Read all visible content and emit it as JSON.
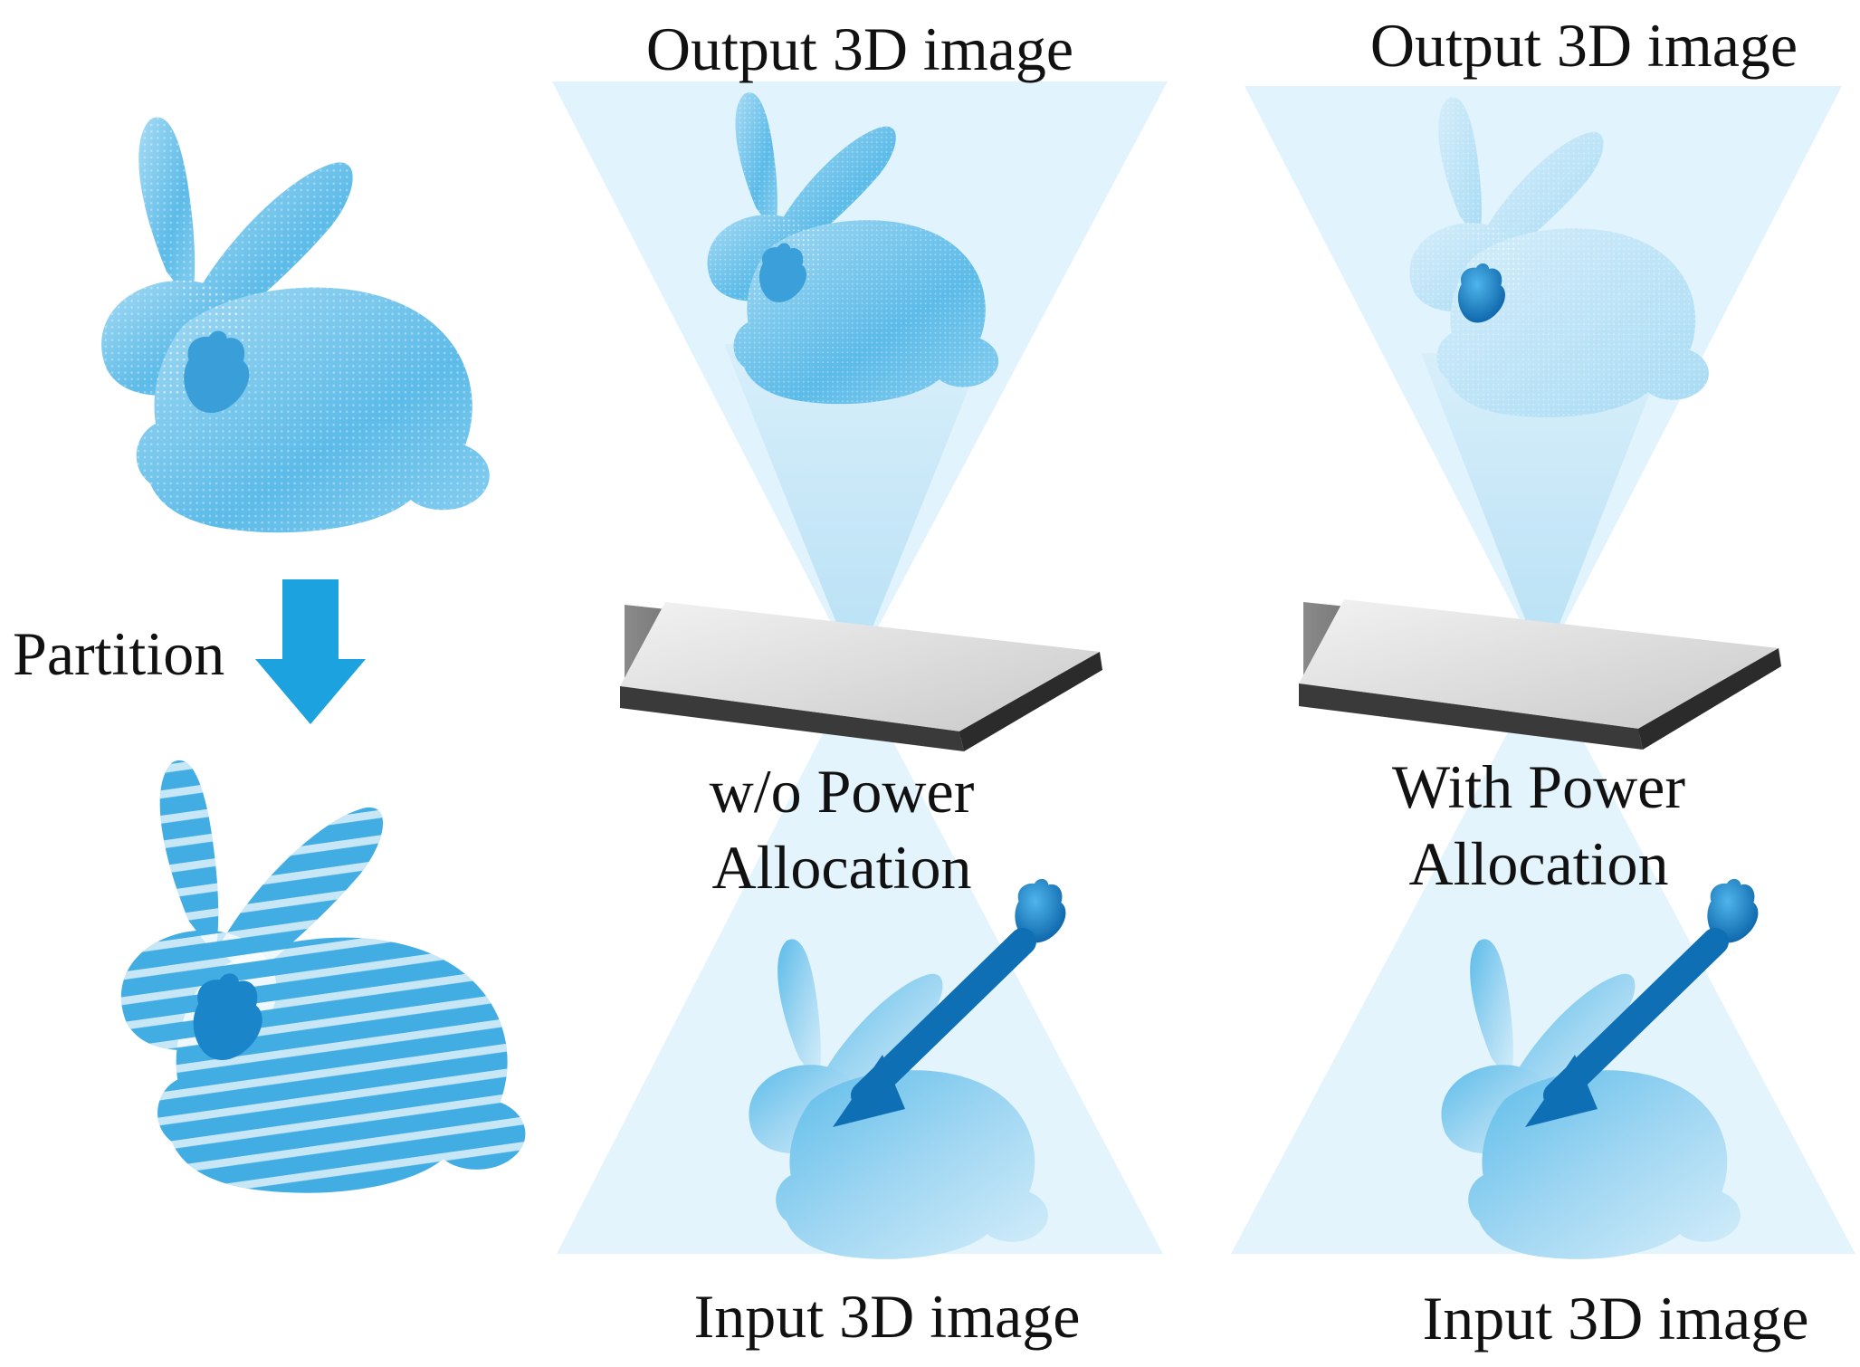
{
  "labels": {
    "partition": "Partition",
    "panel_without": {
      "output": "Output 3D image",
      "condition_line1": "w/o Power",
      "condition_line2": "Allocation",
      "input": "Input 3D image"
    },
    "panel_with": {
      "output": "Output 3D image",
      "condition_line1": "With Power",
      "condition_line2": "Allocation",
      "input": "Input 3D image"
    }
  },
  "colors": {
    "bunny_light": "#bfe4f7",
    "bunny_mid": "#6cc3ec",
    "bunny_dark": "#1e97d6",
    "heart": "#0f73b8",
    "arrow": "#1ca3df",
    "beam": "#cfeaf8",
    "metasurface_top": "#e8e8e8",
    "metasurface_edge": "#3a3a3a"
  },
  "icons": {
    "partition_arrow": "arrow-down-icon",
    "bunny": "bunny-icon",
    "heart": "heart-icon",
    "metasurface": "plate-icon"
  }
}
